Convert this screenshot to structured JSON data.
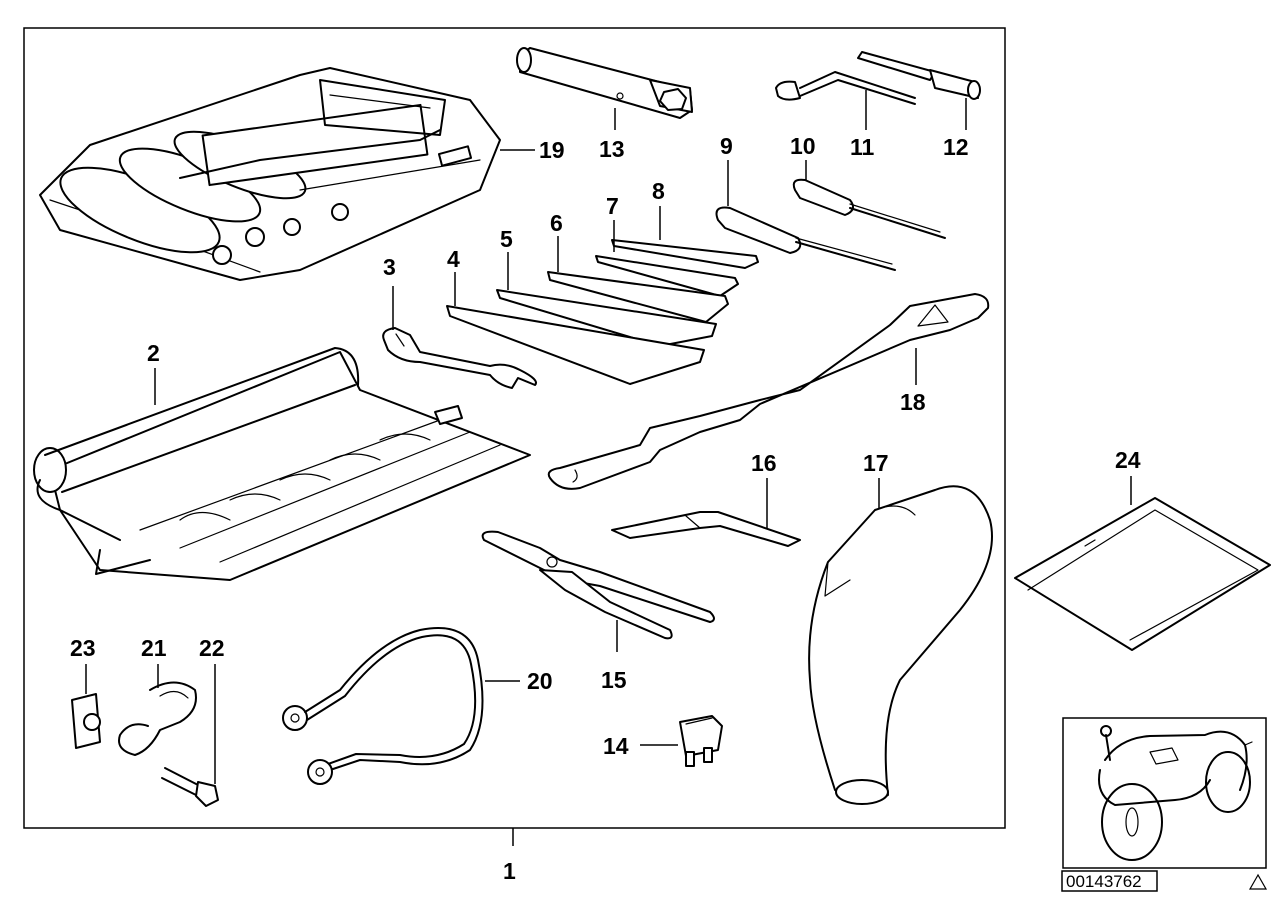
{
  "diagram": {
    "assembly_label": "1",
    "callouts": {
      "c2": "2",
      "c3": "3",
      "c4": "4",
      "c5": "5",
      "c6": "6",
      "c7": "7",
      "c8": "8",
      "c9": "9",
      "c10": "10",
      "c11": "11",
      "c12": "12",
      "c13": "13",
      "c14": "14",
      "c15": "15",
      "c16": "16",
      "c17": "17",
      "c18": "18",
      "c19": "19",
      "c20": "20",
      "c21": "21",
      "c22": "22",
      "c23": "23",
      "c24": "24"
    },
    "document_id": "00143762",
    "warning_icon": "warning-triangle-icon"
  }
}
